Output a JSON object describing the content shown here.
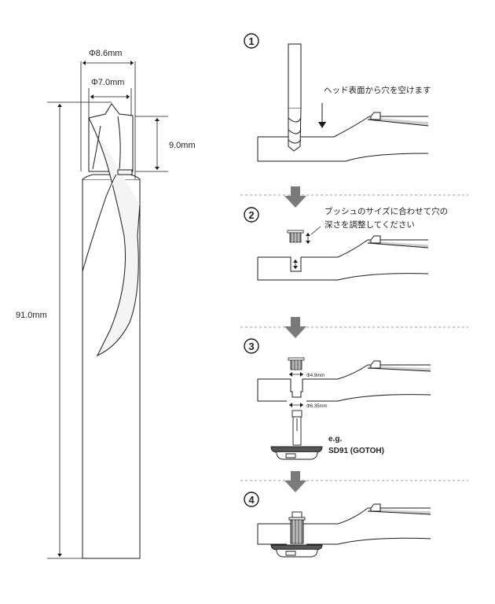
{
  "drill": {
    "dim_outer": "Φ8.6mm",
    "dim_inner": "Φ7.0mm",
    "dim_tip": "9.0mm",
    "dim_length": "91.0mm"
  },
  "steps": [
    {
      "number": "1",
      "note_lines": [
        "ヘッド表面から穴を空けます"
      ]
    },
    {
      "number": "2",
      "note_lines": [
        "ブッシュのサイズに合わせて穴の",
        "深さを調整してください"
      ]
    },
    {
      "number": "3",
      "dim_top": "Φ4.9mm",
      "dim_bottom": "Φ6.35mm",
      "example_label": "e.g.",
      "example_model": "SD91 (GOTOH)"
    },
    {
      "number": "4"
    }
  ],
  "colors": {
    "arrow": "#7a7a7a",
    "separator": "#9a9a9a",
    "line": "#1a1a1a",
    "shade": "#cfcfcf"
  },
  "icons": [
    "down-arrow-icon",
    "circled-number-icon"
  ]
}
